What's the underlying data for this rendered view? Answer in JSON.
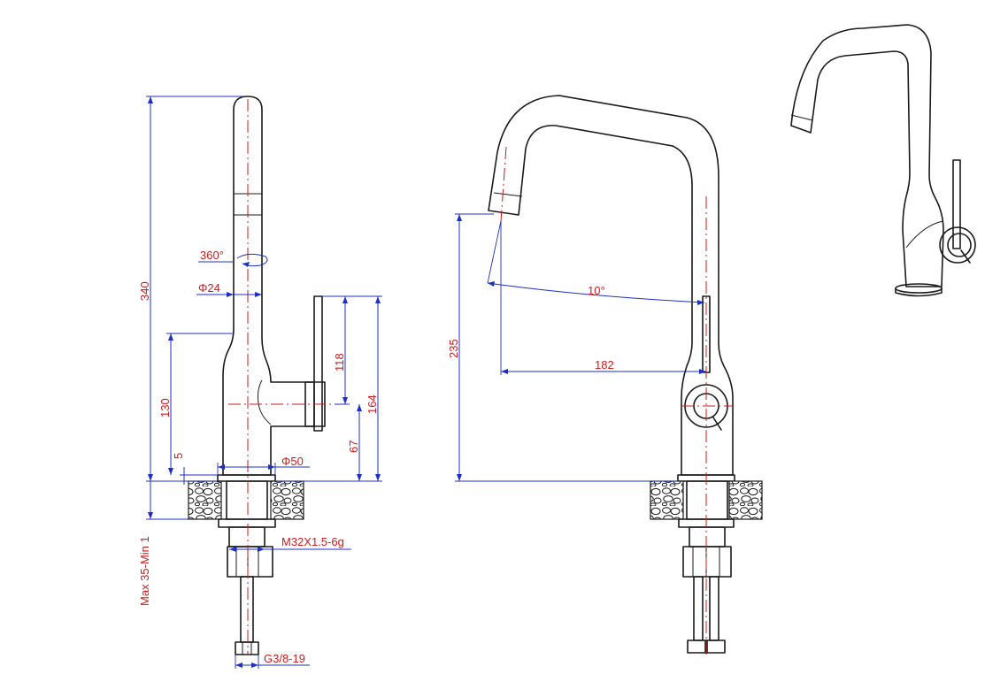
{
  "dimensions": {
    "height_total": "340",
    "rotation": "360°",
    "spout_diameter": "Φ24",
    "lever_height": "118",
    "body_height": "130",
    "handle_axis_height": "164",
    "lever_axis_height": "67",
    "flange_thickness": "5",
    "base_diameter": "Φ50",
    "thread": "M32X1.5-6g",
    "deck_thickness": "Max 35-Min 1",
    "hose_thread": "G3/8-19",
    "spout_outlet_height": "235",
    "swing_angle": "10°",
    "spout_reach": "182"
  },
  "colors": {
    "dimension_text": "#d21a1a",
    "dimension_line": "#1c2fc9",
    "centerline": "#d21a1a",
    "outline": "#1a1a1a"
  }
}
